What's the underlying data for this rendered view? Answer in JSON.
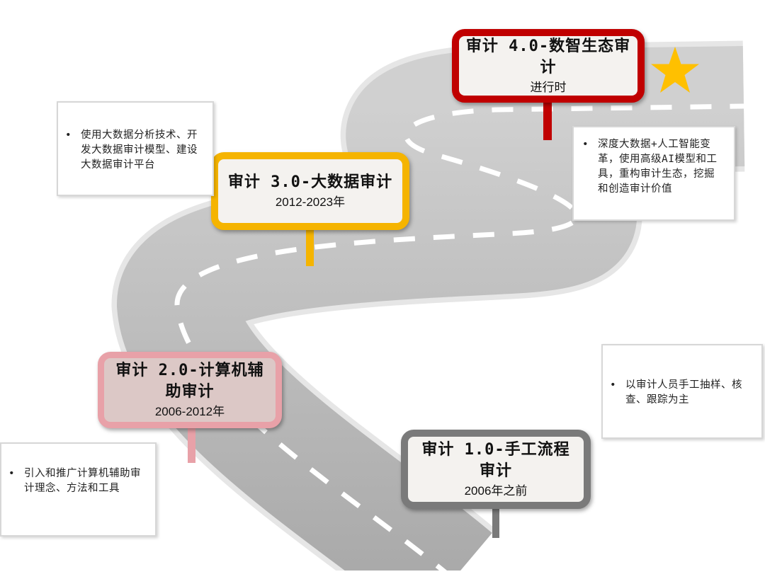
{
  "stages": [
    {
      "title": "审计 4.0-数智生态审计",
      "period": "进行时",
      "color": "#c00000"
    },
    {
      "title": "审计 3.0-大数据审计",
      "period": "2012-2023年",
      "color": "#f5b400"
    },
    {
      "title": "审计 2.0-计算机辅助审计",
      "period": "2006-2012年",
      "color": "#e8a1a8"
    },
    {
      "title": "审计 1.0-手工流程审计",
      "period": "2006年之前",
      "color": "#7a7a7a"
    }
  ],
  "notes": {
    "stage4": "深度大数据+人工智能变革，使用高级AI模型和工具，重构审计生态，挖掘和创造审计价值",
    "stage3": "使用大数据分析技术、开发大数据审计模型、建设大数据审计平台",
    "stage2": "引入和推广计算机辅助审计理念、方法和工具",
    "stage1": "以审计人员手工抽样、核查、跟踪为主"
  },
  "marker": {
    "icon": "star-icon",
    "color": "#ffc000"
  },
  "road": {
    "surface_color": "#b3b3b3",
    "edge_color": "#8c8c8c",
    "dash_color": "#ffffff"
  }
}
